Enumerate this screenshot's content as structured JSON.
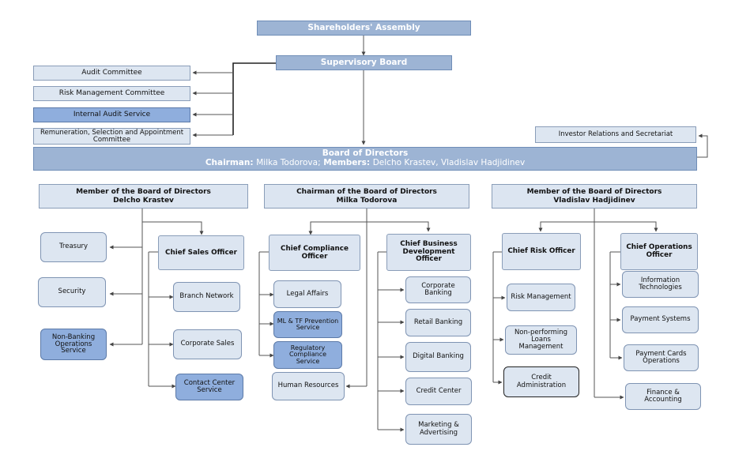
{
  "top": {
    "shareholders": "Shareholders' Assembly",
    "supervisory": "Supervisory Board"
  },
  "committees": [
    "Audit Committee",
    "Risk Management Committee",
    "Internal Audit Service",
    "Remuneration, Selection and Appointment Committee"
  ],
  "investor_relations": "Investor Relations and Secretariat",
  "board": {
    "title": "Board of Directors",
    "chairman_label": "Chairman:",
    "chairman_name": "Milka Todorova;",
    "members_label": "Members:",
    "members_names": "Delcho Krastev, Vladislav Hadjidinev"
  },
  "columns": [
    {
      "head_line1": "Member of the Board of Directors",
      "head_line2": "Delcho Krastev",
      "direct_units": [
        "Treasury",
        "Security",
        "Non-Banking Operations Service"
      ],
      "chiefs": [
        {
          "title": "Chief Sales Officer",
          "units": [
            "Branch Network",
            "Corporate Sales",
            "Contact Center Service"
          ]
        }
      ]
    },
    {
      "head_line1": "Chairman of the Board of Directors",
      "head_line2": "Milka Todorova",
      "chiefs": [
        {
          "title": "Chief Compliance Officer",
          "units": [
            "Legal Affairs",
            "ML & TF Prevention Service",
            "Regulatory Compliance Service",
            "Human Resources"
          ]
        },
        {
          "title": "Chief Business Development Officer",
          "units": [
            "Corporate Banking",
            "Retail Banking",
            "Digital Banking",
            "Credit Center",
            "Marketing & Advertising"
          ]
        }
      ]
    },
    {
      "head_line1": "Member of the Board of Directors",
      "head_line2": "Vladislav Hadjidinev",
      "direct_units": [
        "Finance & Accounting"
      ],
      "chiefs": [
        {
          "title": "Chief Risk Officer",
          "units": [
            "Risk Management",
            "Non-performing Loans Management",
            "Credit Administration"
          ]
        },
        {
          "title": "Chief Operations Officer",
          "units": [
            "Information Technologies",
            "Payment Systems",
            "Payment Cards Operations"
          ]
        }
      ]
    }
  ],
  "colors": {
    "header_fill": "#9db4d4",
    "light_fill": "#dde6f1",
    "highlight_fill": "#8faedd",
    "line": "#555555"
  }
}
